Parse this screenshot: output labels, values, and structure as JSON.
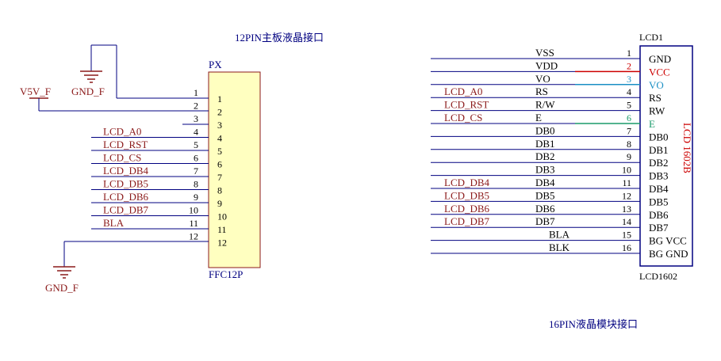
{
  "titles": {
    "left": "12PIN主板液晶接口",
    "right": "16PIN液晶模块接口"
  },
  "px": {
    "designator": "PX",
    "footprint": "FFC12P",
    "pins": [
      {
        "num": "1",
        "label": "1"
      },
      {
        "num": "2",
        "label": "2"
      },
      {
        "num": "3",
        "label": "3"
      },
      {
        "num": "4",
        "label": "4",
        "net": "LCD_A0"
      },
      {
        "num": "5",
        "label": "5",
        "net": "LCD_RST"
      },
      {
        "num": "6",
        "label": "6",
        "net": "LCD_CS"
      },
      {
        "num": "7",
        "label": "7",
        "net": "LCD_DB4"
      },
      {
        "num": "8",
        "label": "8",
        "net": "LCD_DB5"
      },
      {
        "num": "9",
        "label": "9",
        "net": "LCD_DB6"
      },
      {
        "num": "10",
        "label": "10",
        "net": "LCD_DB7"
      },
      {
        "num": "11",
        "label": "11",
        "net": "BLA"
      },
      {
        "num": "12",
        "label": "12"
      }
    ]
  },
  "power": {
    "v5v": "V5V_F",
    "gnd_top": "GND_F",
    "gnd_bottom": "GND_F"
  },
  "lcd": {
    "designator": "LCD1",
    "comment": "LCD1602",
    "body_label": "LCD 1602B",
    "pins": [
      {
        "num": "1",
        "name": "VSS",
        "pin": "GND",
        "net": ""
      },
      {
        "num": "2",
        "name": "VDD",
        "pin": "VCC",
        "net": "",
        "color": "#cc0000"
      },
      {
        "num": "3",
        "name": "VO",
        "pin": "VO",
        "net": "",
        "color": "#1a8fc4"
      },
      {
        "num": "4",
        "name": "RS",
        "pin": "RS",
        "net": "LCD_A0"
      },
      {
        "num": "5",
        "name": "R/W",
        "pin": "RW",
        "net": "LCD_RST"
      },
      {
        "num": "6",
        "name": "E",
        "pin": "E",
        "net": "LCD_CS",
        "color": "#1a9a6a"
      },
      {
        "num": "7",
        "name": "DB0",
        "pin": "DB0",
        "net": ""
      },
      {
        "num": "8",
        "name": "DB1",
        "pin": "DB1",
        "net": ""
      },
      {
        "num": "9",
        "name": "DB2",
        "pin": "DB2",
        "net": ""
      },
      {
        "num": "10",
        "name": "DB3",
        "pin": "DB3",
        "net": ""
      },
      {
        "num": "11",
        "name": "DB4",
        "pin": "DB4",
        "net": "LCD_DB4"
      },
      {
        "num": "12",
        "name": "DB5",
        "pin": "DB5",
        "net": "LCD_DB5"
      },
      {
        "num": "13",
        "name": "DB6",
        "pin": "DB6",
        "net": "LCD_DB6"
      },
      {
        "num": "14",
        "name": "DB7",
        "pin": "DB7",
        "net": "LCD_DB7"
      },
      {
        "num": "15",
        "name": "BLA",
        "pin": "BG VCC",
        "net": ""
      },
      {
        "num": "16",
        "name": "BLK",
        "pin": "BG GND",
        "net": ""
      }
    ]
  },
  "colors": {
    "wire": "#000080",
    "net_label": "#8b1a1a",
    "component_fill": "#ffffc0",
    "component_border": "#8b1a1a",
    "gnd_symbol": "#8b1a1a"
  }
}
